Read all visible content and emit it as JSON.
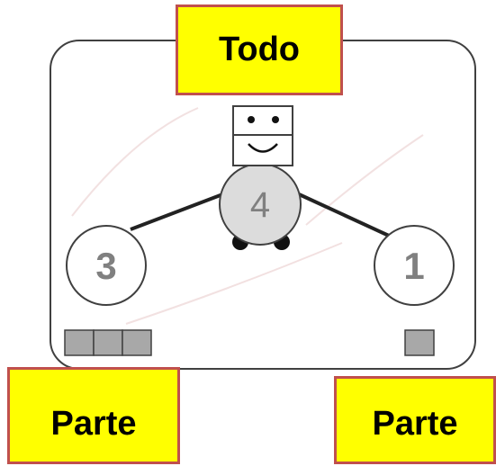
{
  "labels": {
    "whole": "Todo",
    "part_left": "Parte",
    "part_right": "Parte"
  },
  "numbers": {
    "whole": "4",
    "part_left": "3",
    "part_right": "1"
  },
  "watermark": {
    "color": "#e8c8c8"
  },
  "colors": {
    "label_fill": "#ffff00",
    "label_border": "#c0504d",
    "line": "#222222",
    "circle_fill": "#ffffff",
    "robot_body": "#dcdcdc",
    "unit_square": "#a8a8a8"
  }
}
